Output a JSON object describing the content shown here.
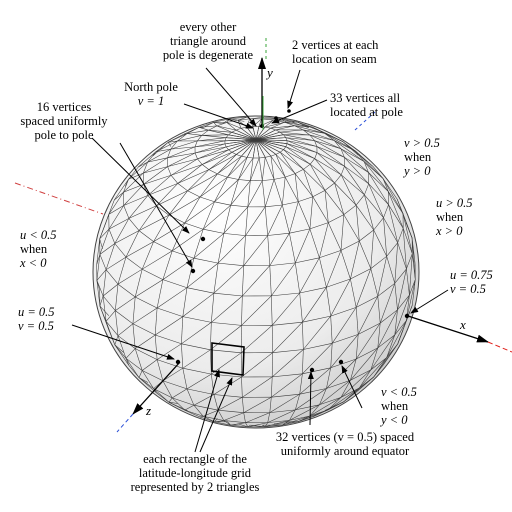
{
  "labels": {
    "degenerate": [
      "every other",
      "triangle around",
      "pole is degenerate"
    ],
    "seam": [
      "2 vertices at each",
      "location on seam"
    ],
    "north_pole": [
      "North pole",
      "v = 1"
    ],
    "pole33": [
      "33 vertices all",
      "located at pole"
    ],
    "sixteen": [
      "16 vertices",
      "spaced uniformly",
      "pole to pole"
    ],
    "v_gt_y": [
      "v > 0.5",
      "when",
      "y > 0"
    ],
    "u_gt_x": [
      "u > 0.5",
      "when",
      "x > 0"
    ],
    "u_lt_x": [
      "u < 0.5",
      "when",
      "x < 0"
    ],
    "u075": [
      "u = 0.75",
      "v = 0.5"
    ],
    "u05": [
      "u = 0.5",
      "v = 0.5"
    ],
    "v_lt_y": [
      "v < 0.5",
      "when",
      "y < 0"
    ],
    "rect": [
      "each rectangle of the",
      "latitude-longitude grid",
      "represented by 2 triangles"
    ],
    "equator": [
      "32 vertices (v = 0.5) spaced",
      "uniformly around equator"
    ]
  },
  "axes": {
    "x": "x",
    "y": "y",
    "z": "z"
  },
  "colors": {
    "x_axis": "#e0201b",
    "y_axis": "#3aa63a",
    "z_axis": "#2a4fd8",
    "x_axis_back": "#d04040",
    "mesh": "#333333",
    "sphere_fill": "#f4f4f4"
  }
}
